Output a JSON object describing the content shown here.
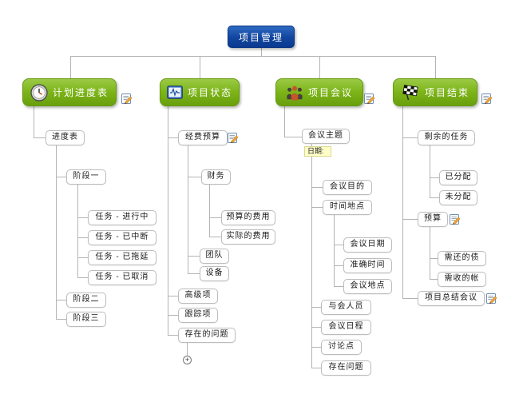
{
  "root": {
    "label": "项目管理"
  },
  "plan": {
    "label": "计划进度表",
    "icon": "clock-icon",
    "schedule": "进度表",
    "phase1": "阶段一",
    "tasks": [
      "任务 - 进行中",
      "任务 - 已中断",
      "任务 - 已拖延",
      "任务 - 已取消"
    ],
    "phase2": "阶段二",
    "phase3": "阶段三"
  },
  "status": {
    "label": "项目状态",
    "icon": "monitor-chart-icon",
    "budget": "经费预算",
    "finance": "财务",
    "budgeted_cost": "预算的费用",
    "actual_cost": "实际的费用",
    "team": "团队",
    "equipment": "设备",
    "advanced": "高级项",
    "tracking": "跟踪项",
    "issues": "存在的问题",
    "collapsed_indicator": "+"
  },
  "meeting": {
    "label": "项目会议",
    "icon": "people-icon",
    "topic": "会议主题",
    "note": "日期:",
    "purpose": "会议目的",
    "time_place": "时间地点",
    "date": "会议日期",
    "exact_time": "准确时间",
    "location": "会议地点",
    "attendees": "与会人员",
    "agenda": "会议日程",
    "discussion": "讨论点",
    "problems": "存在问题"
  },
  "end": {
    "label": "项目结束",
    "icon": "checkered-flag-icon",
    "remaining": "剩余的任务",
    "assigned": "已分配",
    "unassigned": "未分配",
    "budget": "预算",
    "debt": "需还的债",
    "receivable": "需收的帐",
    "summary": "项目总结会议"
  },
  "colors": {
    "root_node": "#11459f",
    "branch_node": "#7cb418",
    "connector": "#b4b4b4",
    "note_bg": "#ffffc8"
  }
}
